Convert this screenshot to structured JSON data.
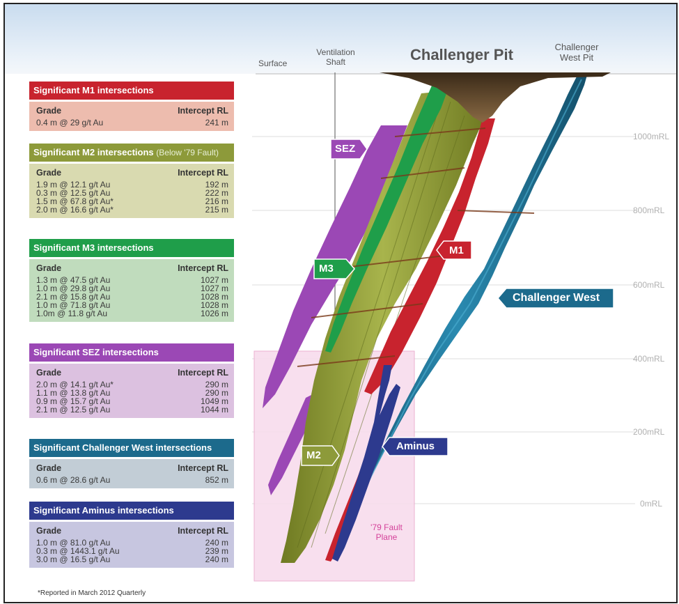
{
  "labels": {
    "surface": "Surface",
    "ventilation_shaft_1": "Ventilation",
    "ventilation_shaft_2": "Shaft",
    "challenger_pit": "Challenger Pit",
    "challenger_west_pit_1": "Challenger",
    "challenger_west_pit_2": "West Pit",
    "fault_plane_1": "'79 Fault",
    "fault_plane_2": "Plane"
  },
  "rl_levels": [
    "1000mRL",
    "800mRL",
    "600mRL",
    "400mRL",
    "200mRL",
    "0mRL"
  ],
  "callouts": {
    "sez": "SEZ",
    "m1": "M1",
    "m3": "M3",
    "m2": "M2",
    "aminus": "Aminus",
    "challenger_west": "Challenger West"
  },
  "colors": {
    "m1": "#c8232e",
    "m2": "#8d9a3a",
    "m3": "#1f9e4a",
    "sez": "#9b48b5",
    "challenger_west": "#1c6a8c",
    "aminus": "#2d3a8e",
    "fault": "#f8dced"
  },
  "col_grade": "Grade",
  "col_rl": "Intercept RL",
  "sections": [
    {
      "title": "Significant M1 intersections",
      "subtitle": "",
      "rows": [
        [
          "0.4 m @ 29 g/t Au",
          "241 m"
        ]
      ]
    },
    {
      "title": "Significant M2 intersections",
      "subtitle": "(Below '79 Fault)",
      "rows": [
        [
          "1.9 m @ 12.1 g/t Au",
          "192 m"
        ],
        [
          "0.3 m @ 12.5 g/t Au",
          "222 m"
        ],
        [
          "1.5 m @ 67.8 g/t Au*",
          "216 m"
        ],
        [
          "2.0 m @ 16.6 g/t Au*",
          "215 m"
        ]
      ]
    },
    {
      "title": "Significant M3 intersections",
      "subtitle": "",
      "rows": [
        [
          "1.3 m @ 47.5 g/t Au",
          "1027 m"
        ],
        [
          "1.0 m @ 29.8 g/t Au",
          "1027 m"
        ],
        [
          "2.1 m @ 15.8 g/t Au",
          "1028 m"
        ],
        [
          "1.0 m @ 71.8 g/t Au",
          "1028 m"
        ],
        [
          "1.0m @ 11.8 g/t Au",
          "1026 m"
        ]
      ]
    },
    {
      "title": "Significant SEZ intersections",
      "subtitle": "",
      "rows": [
        [
          "2.0 m @ 14.1 g/t Au*",
          "290 m"
        ],
        [
          "1.1 m @ 13.8 g/t Au",
          "290 m"
        ],
        [
          "0.9 m @ 15.7 g/t Au",
          "1049 m"
        ],
        [
          "2.1 m @ 12.5 g/t Au",
          "1044 m"
        ]
      ]
    },
    {
      "title": "Significant Challenger West intersections",
      "subtitle": "",
      "rows": [
        [
          "0.6 m @ 28.6 g/t Au",
          "852 m"
        ]
      ]
    },
    {
      "title": "Significant Aminus intersections",
      "subtitle": "",
      "rows": [
        [
          "1.0 m @ 81.0 g/t Au",
          "240 m"
        ],
        [
          "0.3 m @ 1443.1 g/t Au",
          "239 m"
        ],
        [
          "3.0 m @ 16.5 g/t Au",
          "240 m"
        ]
      ]
    }
  ],
  "footnote": "*Reported in March 2012 Quarterly"
}
